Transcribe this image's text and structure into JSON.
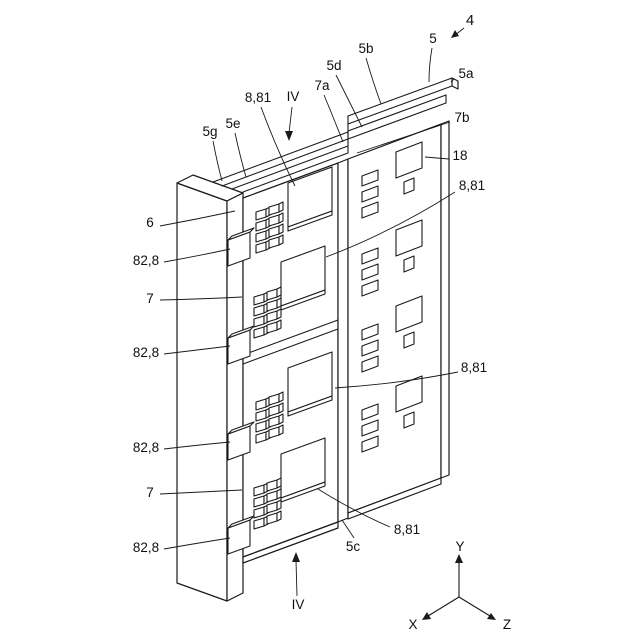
{
  "figure": {
    "kind": "patent-isometric-drawing",
    "colors": {
      "background": "#ffffff",
      "ink": "#1a1a1a"
    }
  },
  "labels": {
    "n4": "4",
    "n5": "5",
    "n5a": "5a",
    "n5b": "5b",
    "n5c": "5c",
    "n5d": "5d",
    "n5e": "5e",
    "n5g": "5g",
    "n6": "6",
    "n7_upper": "7",
    "n7_lower": "7",
    "n7a": "7a",
    "n7b": "7b",
    "n18": "18",
    "n8_81_top": "8,81",
    "n8_81_right_upper": "8,81",
    "n8_81_right_mid": "8,81",
    "n8_81_bottom": "8,81",
    "n82_8_a": "82,8",
    "n82_8_b": "82,8",
    "n82_8_c": "82,8",
    "n82_8_d": "82,8",
    "iv_top": "IV",
    "iv_bottom": "IV",
    "axis_x": "X",
    "axis_y": "Y",
    "axis_z": "Z"
  }
}
